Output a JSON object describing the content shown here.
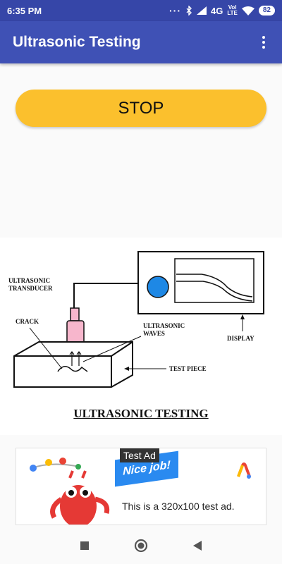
{
  "status_bar": {
    "time": "6:35 PM",
    "dots": "···",
    "network": "4G",
    "lte_top": "Vol",
    "lte_bottom": "LTE",
    "battery": "82"
  },
  "app_bar": {
    "title": "Ultrasonic Testing"
  },
  "controls": {
    "stop_label": "STOP"
  },
  "diagram": {
    "labels": {
      "transducer_1": "ULTRASONIC",
      "transducer_2": "TRANSDUCER",
      "crack": "CRACK",
      "waves_1": "ULTRASONIC",
      "waves_2": "WAVES",
      "display": "DISPLAY",
      "test_piece": "TEST PIECE"
    },
    "caption": "ULTRASONIC TESTING"
  },
  "ad": {
    "badge": "Test Ad",
    "ribbon": "Nice job!",
    "text": "This is a 320x100 test ad."
  },
  "colors": {
    "status_bar": "#3646a8",
    "app_bar": "#3f51b5",
    "stop_button": "#fbc02d",
    "transducer": "#f7b6cc",
    "display_dot": "#1e88e5"
  }
}
